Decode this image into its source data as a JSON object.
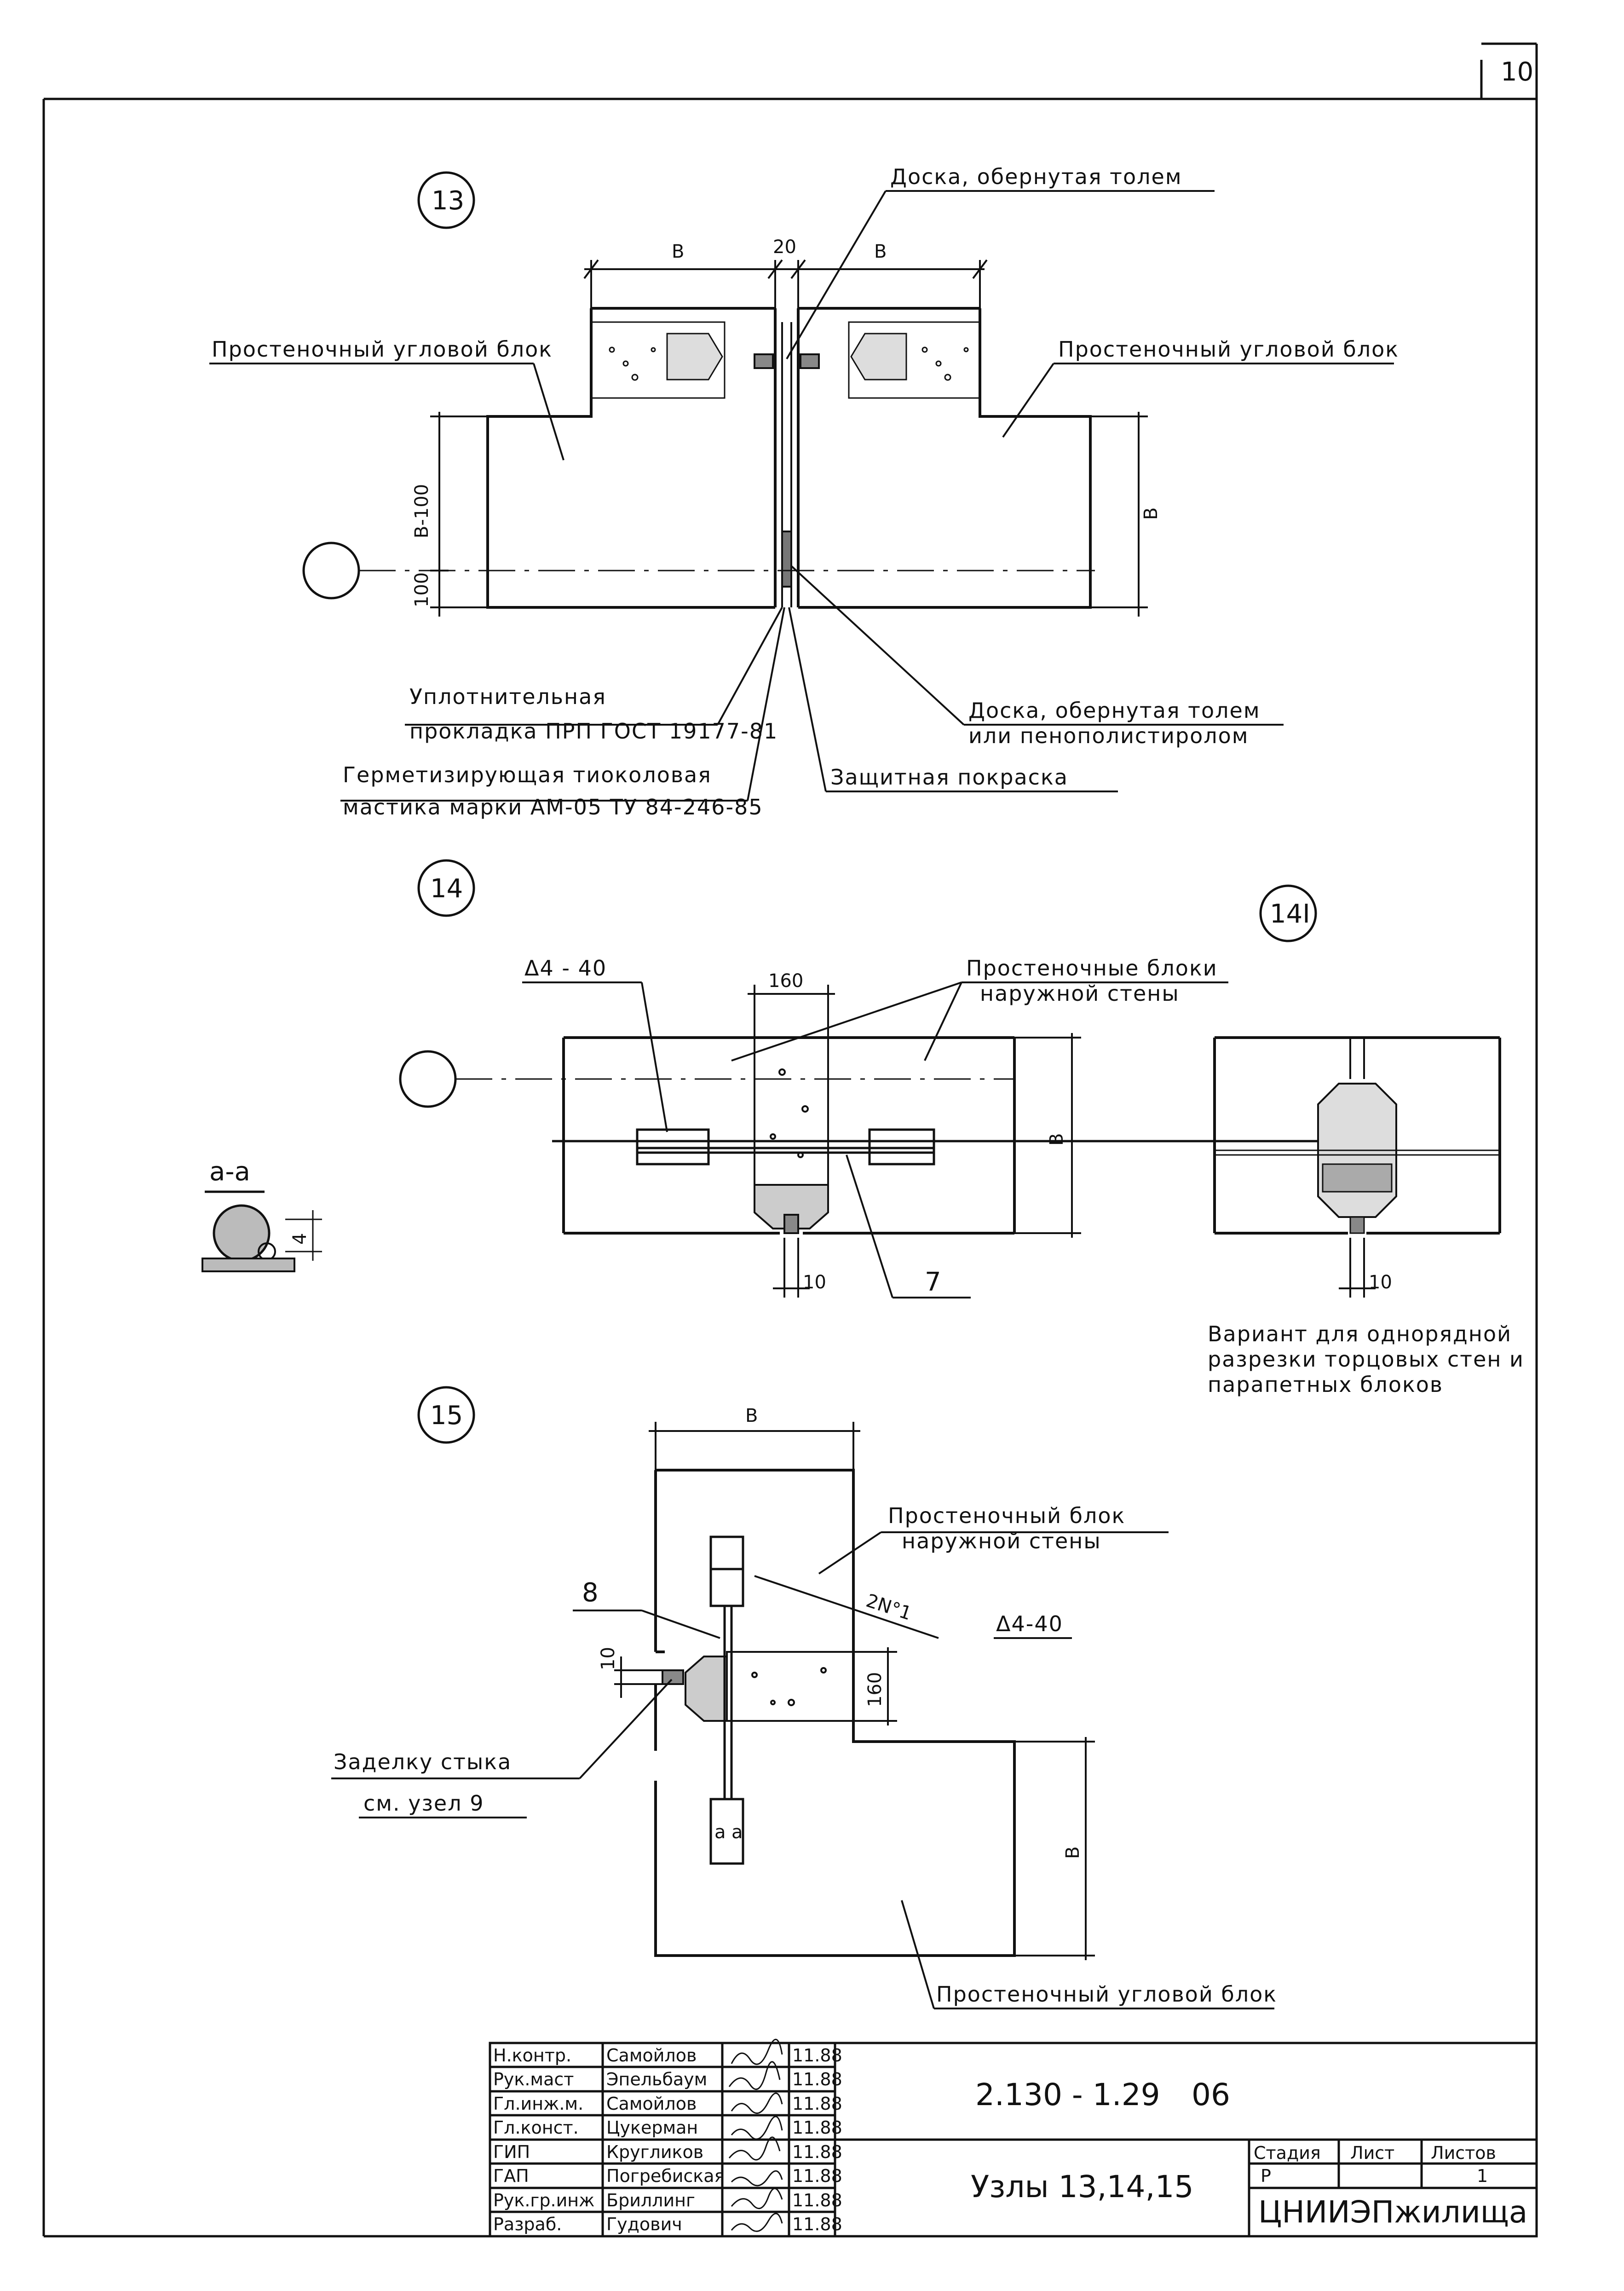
{
  "sheet": {
    "number": "10"
  },
  "node13": {
    "marker": "13",
    "dim_left": "В",
    "dim_gap": "20",
    "dim_right": "В",
    "dim_vertical_1": "В-100",
    "dim_vertical_2": "100",
    "dim_right_vertical": "В",
    "label_top": "Доска, обернутая толем",
    "label_left": "Простеночный угловой блок",
    "label_right": "Простеночный угловой блок",
    "label_seal_1": "Уплотнительная",
    "label_seal_2": "прокладка  ПРП ГОСТ 19177-81",
    "label_board_1": "Доска, обернутая толем",
    "label_board_2": "или пенополистиролом",
    "label_mastic_1": "Герметизирующая тиоколовая",
    "label_mastic_2": "мастика  марки АМ-05 ТУ 84-246-85",
    "label_paint": "Защитная покраска"
  },
  "node14": {
    "marker": "14",
    "marker_variant": "14I",
    "section_label": "а-а",
    "section_dim": "4",
    "anchor_label": "Δ4 - 40",
    "dim_160": "160",
    "label_blocks_1": "Простеночные блоки",
    "label_blocks_2": "наружной стены",
    "dim_right": "В",
    "dim_10": "10",
    "label_7": "7",
    "variant_dim_10": "10",
    "variant_note_1": "Вариант для однорядной",
    "variant_note_2": "разрезки торцовых стен и",
    "variant_note_3": "парапетных блоков"
  },
  "node15": {
    "marker": "15",
    "dim_top": "В",
    "label_block_1": "Простеночный блок",
    "label_block_2": "наружной стены",
    "label_8": "8",
    "label_2n": "2N°1",
    "anchor_label": "Δ4-40",
    "dim_10": "10",
    "dim_160": "160",
    "dim_right": "В",
    "label_joint_1": "Заделку стыка",
    "label_joint_2": "см. узел 9",
    "label_bottom": "Простеночный угловой блок",
    "anchor_a": "а",
    "anchor_a2": "а"
  },
  "titleblock": {
    "rows": [
      {
        "role": "Н.контр.",
        "name": "Самойлов",
        "date": "11.88"
      },
      {
        "role": "Рук.маст",
        "name": "Эпельбаум",
        "date": "11.88"
      },
      {
        "role": "Гл.инж.м.",
        "name": "Самойлов",
        "date": "11.88"
      },
      {
        "role": "Гл.конст.",
        "name": "Цукерман",
        "date": "11.88"
      },
      {
        "role": "ГИП",
        "name": "Кругликов",
        "date": "11.88"
      },
      {
        "role": "ГАП",
        "name": "Погребиская",
        "date": "11.88"
      },
      {
        "role": "Рук.гр.инж",
        "name": "Бриллинг",
        "date": "11.88"
      },
      {
        "role": "Разраб.",
        "name": "Гудович",
        "date": "11.88"
      }
    ],
    "code": "2.130 - 1.29",
    "code_suffix": "06",
    "title": "Узлы 13,14,15",
    "stage_label": "Стадия",
    "sheet_label": "Лист",
    "sheets_label": "Листов",
    "stage_value": "Р",
    "sheet_value": "",
    "sheets_value": "1",
    "org": "ЦНИИЭПжилища"
  }
}
